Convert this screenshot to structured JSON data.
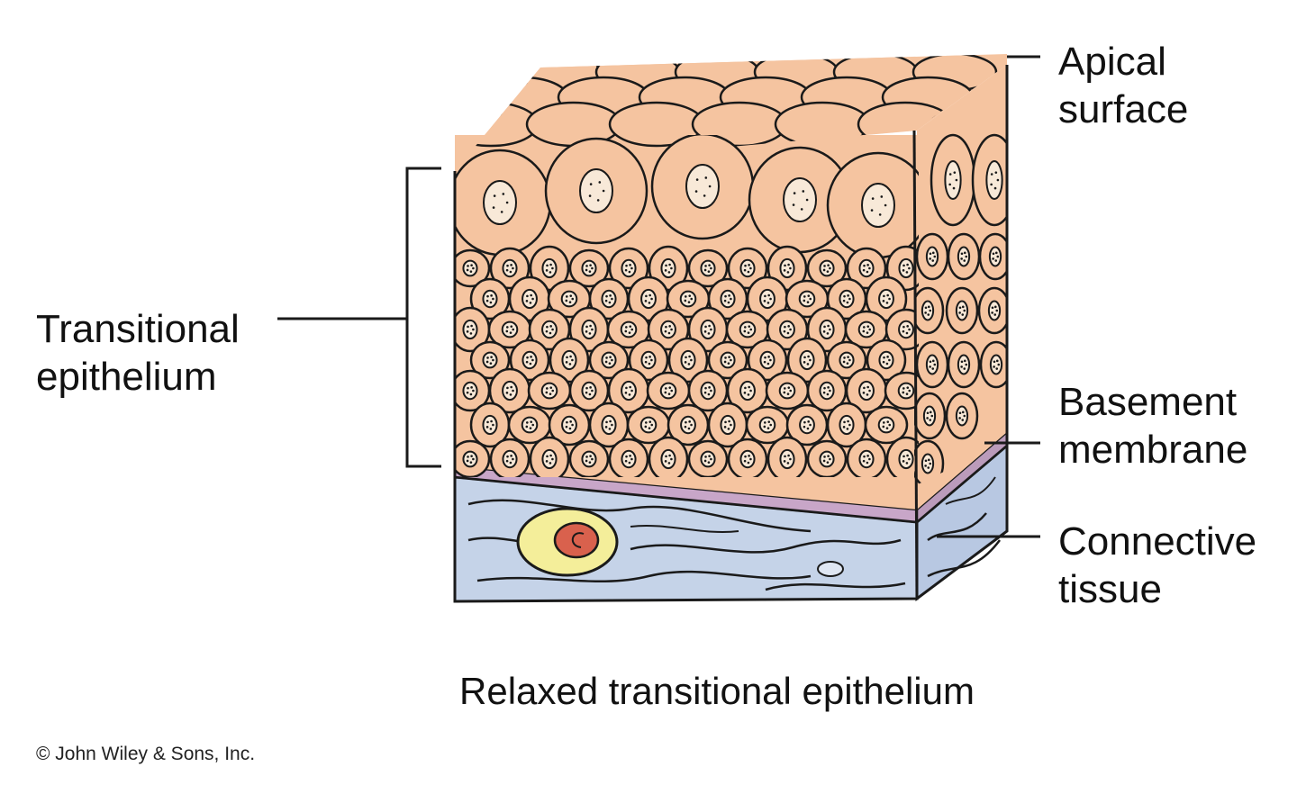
{
  "labels": {
    "transitional_line1": "Transitional",
    "transitional_line2": "epithelium",
    "apical_line1": "Apical",
    "apical_line2": "surface",
    "basement_line1": "Basement",
    "basement_line2": "membrane",
    "connective_line1": "Connective",
    "connective_line2": "tissue"
  },
  "caption": "Relaxed transitional epithelium",
  "credit": "© John Wiley & Sons, Inc.",
  "colors": {
    "cell_fill": "#f5c4a0",
    "cell_stroke": "#1a1a1a",
    "nucleus_fill": "#f8e9d8",
    "basement_membrane": "#c8a6c8",
    "connective_tissue": "#c5d3e8",
    "vessel_outer": "#f4ee9a",
    "vessel_inner": "#d9614d"
  }
}
